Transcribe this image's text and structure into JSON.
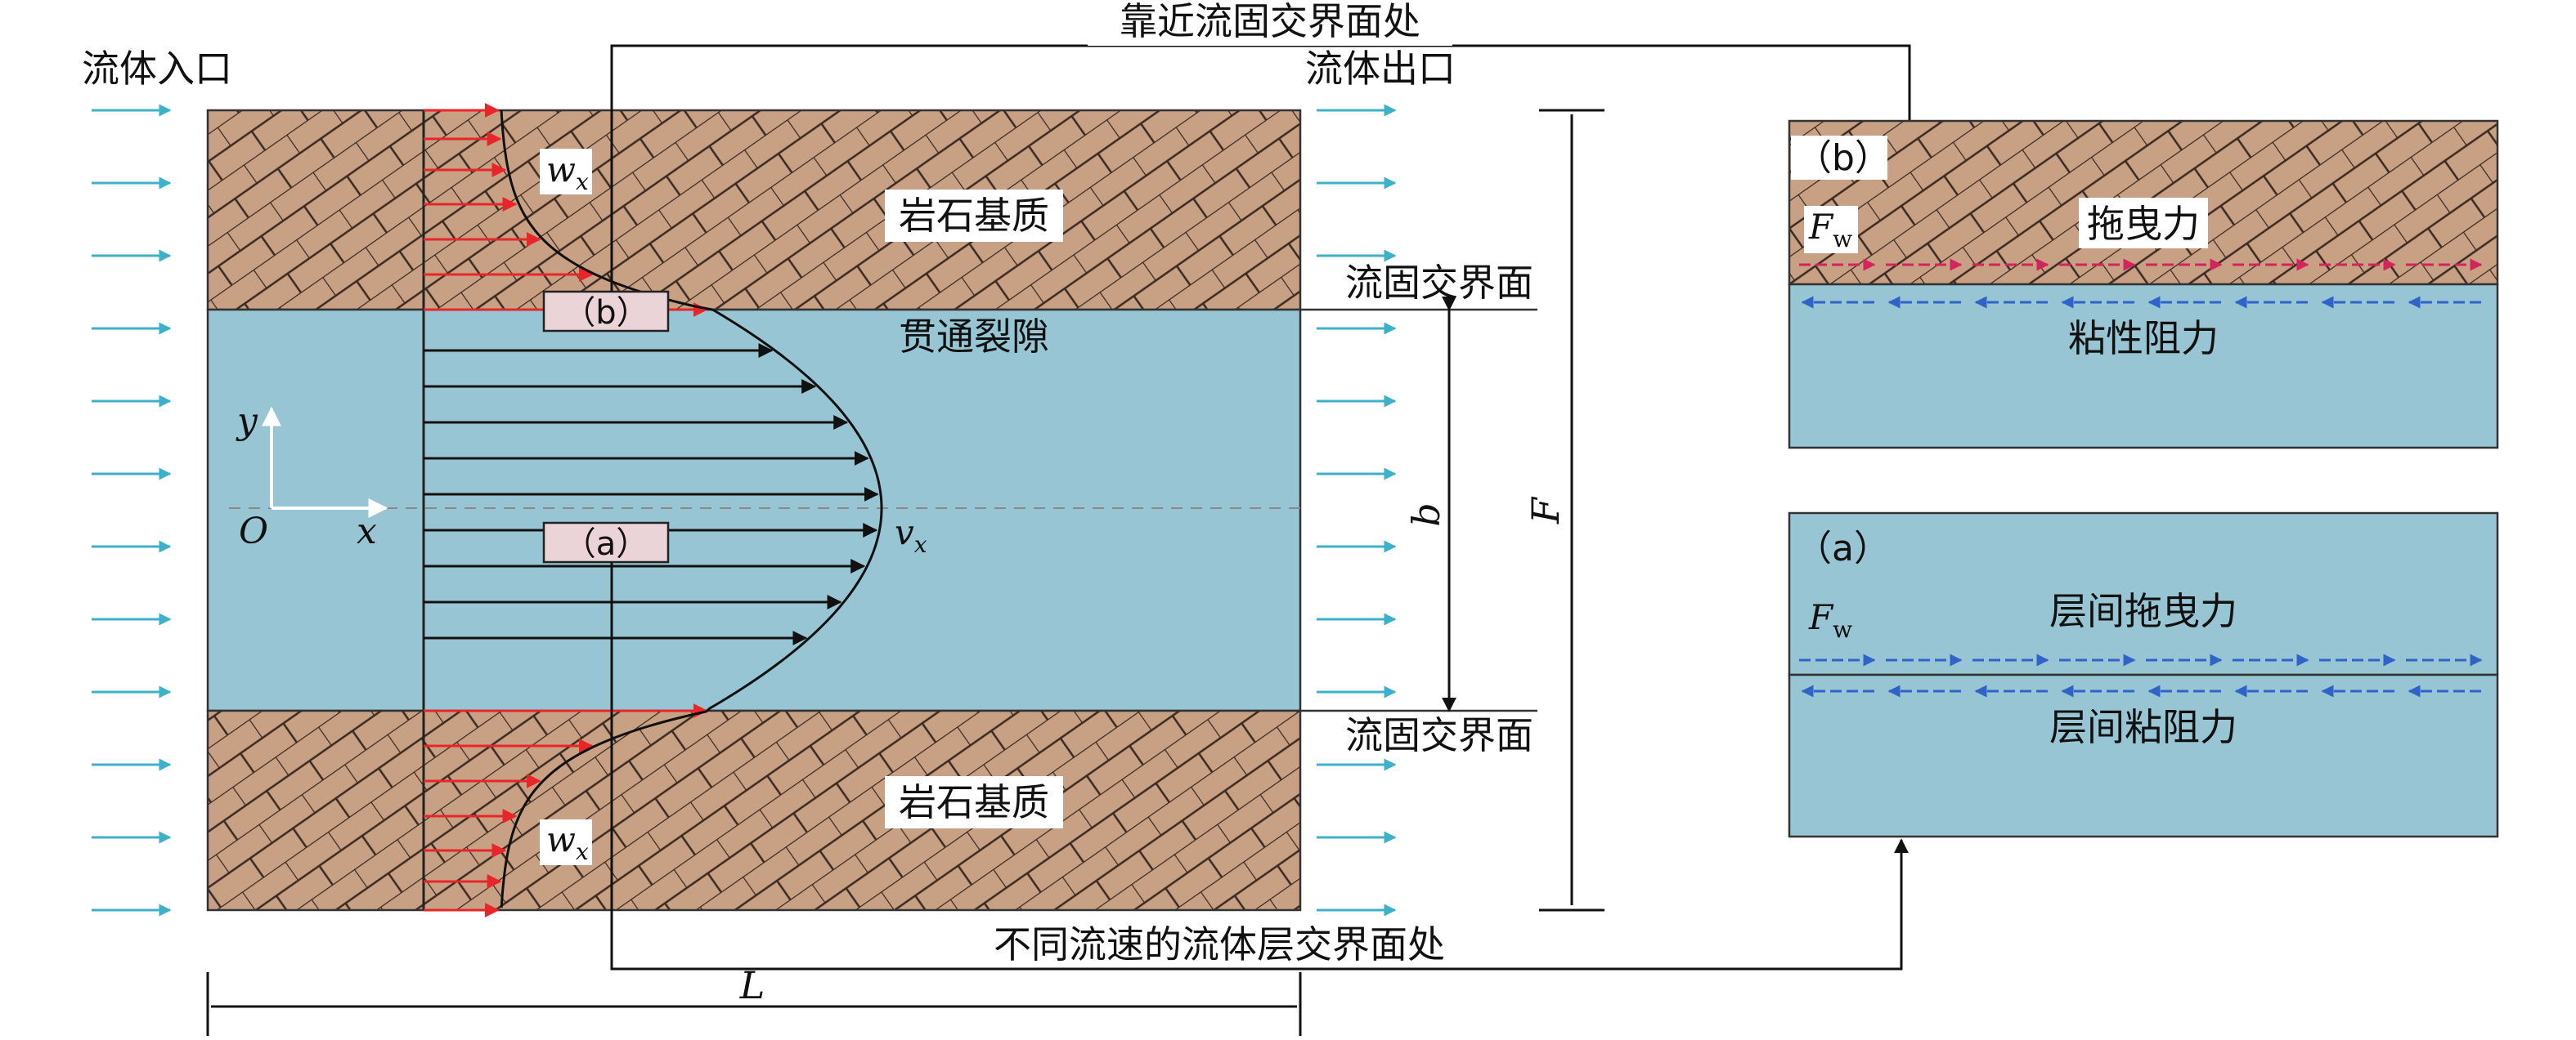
{
  "labels": {
    "inlet": "流体入口",
    "outlet": "流体出口",
    "near_interface": "靠近流固交界面处",
    "layer_interface": "不同流速的流体层交界面处",
    "rock_top": "岩石基质",
    "rock_bottom": "岩石基质",
    "fracture": "贯通裂隙",
    "interface_top": "流固交界面",
    "interface_bottom": "流固交界面",
    "tag_b": "（b）",
    "tag_a": "（a）",
    "wx": "w",
    "wx_sub": "x",
    "vx": "v",
    "vx_sub": "x",
    "axis_y": "y",
    "axis_x": "x",
    "origin": "O",
    "dim_b": "b",
    "dim_F": "F",
    "dim_L": "L"
  },
  "panel_b": {
    "tag": "（b）",
    "fw": "F",
    "fw_sub": "w",
    "drag": "拖曳力",
    "viscous": "粘性阻力"
  },
  "panel_a": {
    "tag": "（a）",
    "fw": "F",
    "fw_sub": "w",
    "drag": "层间拖曳力",
    "viscous": "层间粘阻力"
  },
  "colors": {
    "rock": "#c8a083",
    "fracture": "#97c5d3",
    "inlet_arrow": "#3fb0c9",
    "red_arrow": "#e8262a",
    "pink_arrow": "#d4245e",
    "blue_arrow": "#2f63c7",
    "tag_fill": "#ead4d8"
  }
}
